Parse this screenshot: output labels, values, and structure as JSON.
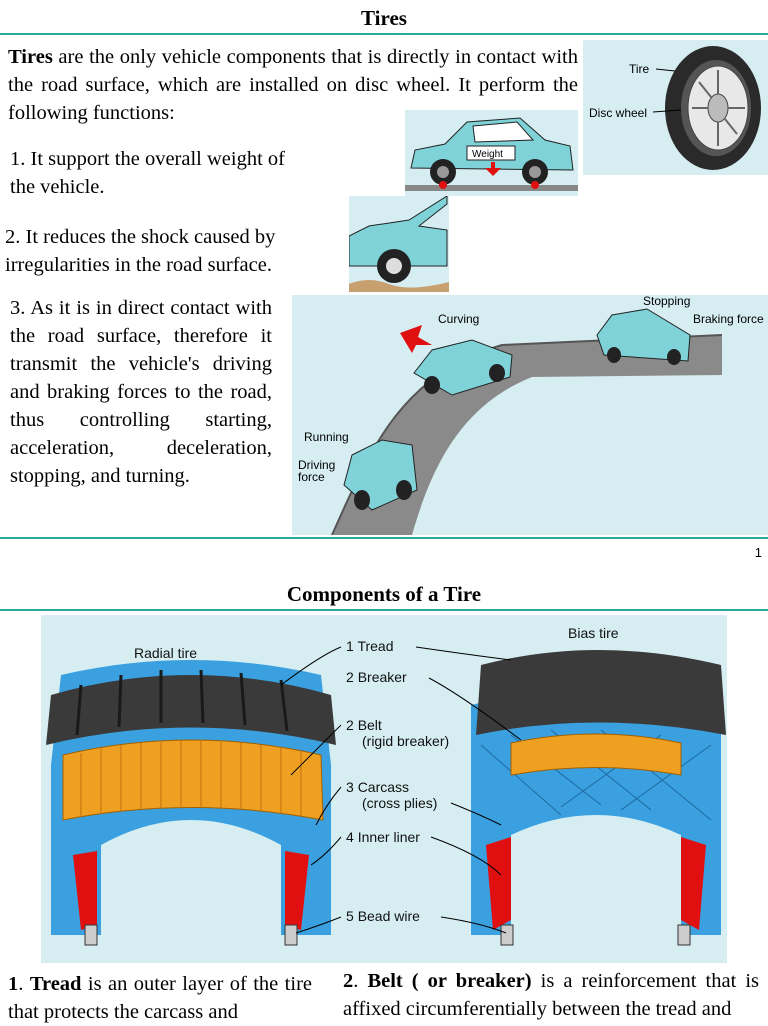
{
  "page1": {
    "title": "Tires",
    "intro_term": "Tires",
    "intro_rest": " are the only vehicle components that is directly in contact with the road surface, which are installed on disc wheel. It perform the following functions:",
    "func1": "1.  It support the overall weight of the vehicle.",
    "func2": "2.  It reduces the shock caused by irregularities in the road surface.",
    "func3": "3. As it is in direct contact with the road surface, therefore it transmit the vehicle's driving and braking forces to the road, thus controlling starting, acceleration, deceleration, stopping, and turning.",
    "page_number": "1"
  },
  "figures": {
    "wheel": {
      "tire": "Tire",
      "disc_wheel": "Disc wheel"
    },
    "car_weight": {
      "weight": "Weight"
    },
    "road": {
      "curving": "Curving",
      "stopping": "Stopping",
      "braking_force": "Braking force",
      "running": "Running",
      "driving": "Driving",
      "force": "force"
    },
    "components": {
      "radial_tire": "Radial tire",
      "bias_tire": "Bias tire",
      "labels": [
        {
          "num": "1",
          "text": "Tread"
        },
        {
          "num": "2",
          "text": "Breaker"
        },
        {
          "num": "2",
          "text": "Belt",
          "sub": "(rigid breaker)"
        },
        {
          "num": "3",
          "text": "Carcass",
          "sub": "(cross plies)"
        },
        {
          "num": "4",
          "text": "Inner liner"
        },
        {
          "num": "5",
          "text": "Bead wire"
        }
      ]
    }
  },
  "page2": {
    "title": "Components of a Tire",
    "tread_num": "1",
    "tread_term": "Tread",
    "tread_rest": " is an outer layer of the tire that protects the carcass and",
    "belt_num": "2",
    "belt_term": "Belt ( or breaker)",
    "belt_rest": " is a reinforcement that is affixed circumferentially between the tread and"
  },
  "colors": {
    "accent_rule": "#2aa89a",
    "figure_bg": "#d6eef2",
    "car_body": "#7fd3d8",
    "tread_dark": "#3a3a3a",
    "belt_orange": "#f0a020",
    "liner_blue": "#3aa0e0",
    "bead_red": "#e01010"
  }
}
